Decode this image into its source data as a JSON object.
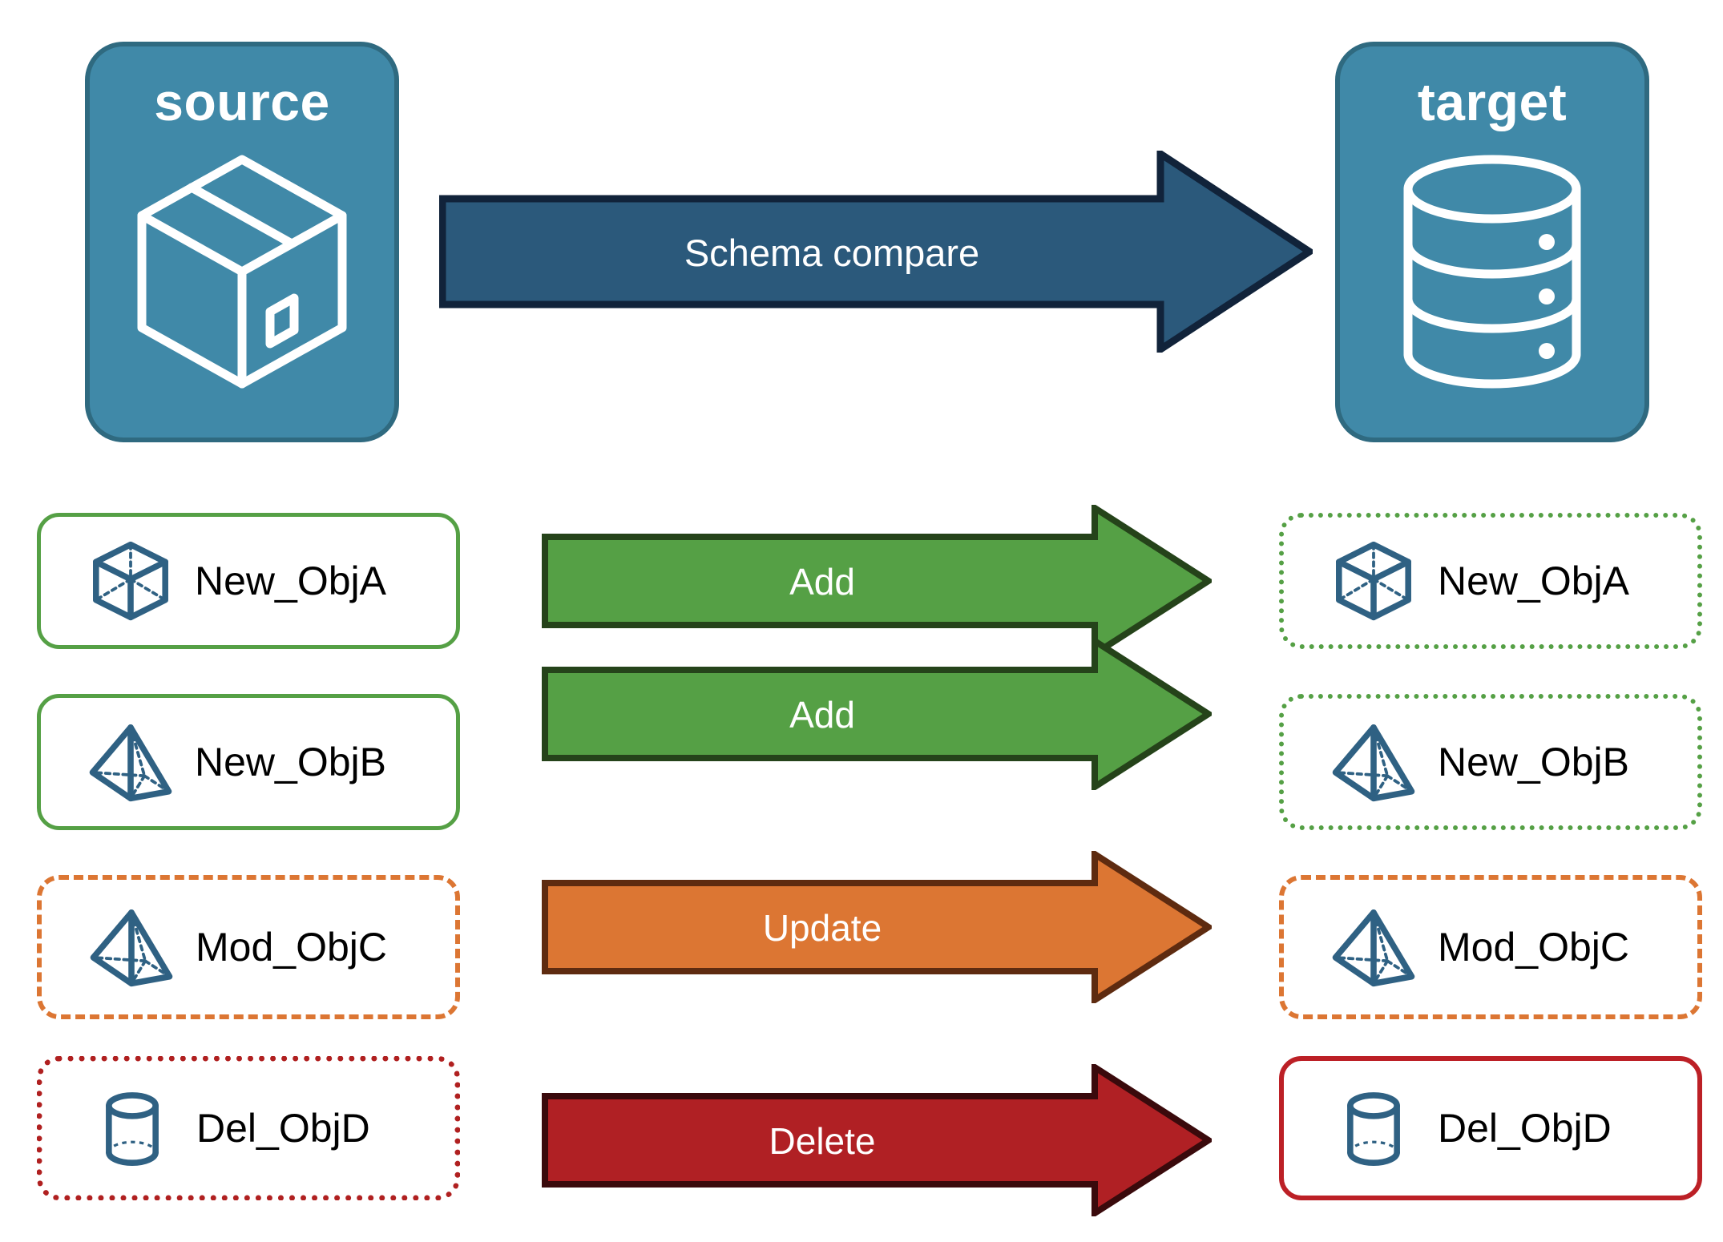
{
  "colors": {
    "endpoint_fill": "#4089A8",
    "endpoint_stroke": "#2F6A80",
    "schema_arrow_fill": "#2B597B",
    "schema_arrow_stroke": "#11233A",
    "add_fill": "#55A045",
    "add_stroke": "#25431A",
    "update_fill": "#DC7633",
    "update_stroke": "#5E2B10",
    "delete_fill": "#B02024",
    "delete_stroke": "#3A0A0C",
    "object_icon": "#2F6183",
    "label_text": "#000000",
    "arrow_text": "#FFFFFF"
  },
  "endpoints": {
    "source": {
      "title": "source",
      "icon": "package-box-icon"
    },
    "target": {
      "title": "target",
      "icon": "database-cylinder-icon"
    }
  },
  "compare": {
    "label": "Schema compare",
    "icon": "right-arrow-icon"
  },
  "rows": [
    {
      "action": "Add",
      "action_kind": "add",
      "source": {
        "label": "New_ObjA",
        "icon": "cube-icon",
        "border_style": "solid",
        "border_color": "#55A045"
      },
      "target": {
        "label": "New_ObjA",
        "icon": "cube-icon",
        "border_style": "dotted",
        "border_color": "#55A045"
      }
    },
    {
      "action": "Add",
      "action_kind": "add",
      "source": {
        "label": "New_ObjB",
        "icon": "pyramid-icon",
        "border_style": "solid",
        "border_color": "#55A045"
      },
      "target": {
        "label": "New_ObjB",
        "icon": "pyramid-icon",
        "border_style": "dotted",
        "border_color": "#55A045"
      }
    },
    {
      "action": "Update",
      "action_kind": "update",
      "source": {
        "label": "Mod_ObjC",
        "icon": "pyramid-icon",
        "border_style": "dashed",
        "border_color": "#DC7633"
      },
      "target": {
        "label": "Mod_ObjC",
        "icon": "pyramid-icon",
        "border_style": "dashed",
        "border_color": "#DC7633"
      }
    },
    {
      "action": "Delete",
      "action_kind": "delete",
      "source": {
        "label": "Del_ObjD",
        "icon": "cylinder-icon",
        "border_style": "dotted",
        "border_color": "#B02020"
      },
      "target": {
        "label": "Del_ObjD",
        "icon": "cylinder-icon",
        "border_style": "solid",
        "border_color": "#BC2026"
      }
    }
  ]
}
